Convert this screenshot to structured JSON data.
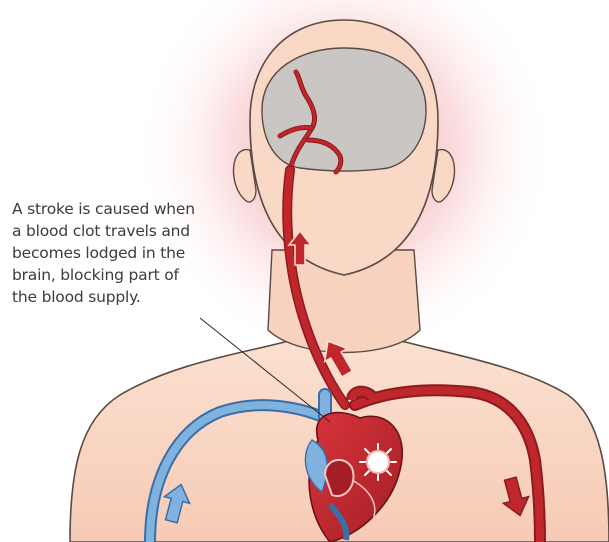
{
  "caption": {
    "lines": [
      "A stroke is caused when",
      "a blood clot travels and",
      "becomes lodged in the",
      "brain, blocking part of",
      "the blood supply."
    ]
  },
  "colors": {
    "background": "#ffffff",
    "skin": "#f9d8c6",
    "skin_outline": "#5a4a42",
    "brain": "#c9c6c4",
    "artery": "#c0272d",
    "artery_dark": "#8c1a1f",
    "vein": "#7fb2df",
    "vein_dark": "#3a6fa6",
    "glow": "#e8414a",
    "clot_burst": "#ffffff"
  },
  "icons": {
    "clot": "clot-burst-icon",
    "flow_arrow": "flow-arrow-icon"
  }
}
